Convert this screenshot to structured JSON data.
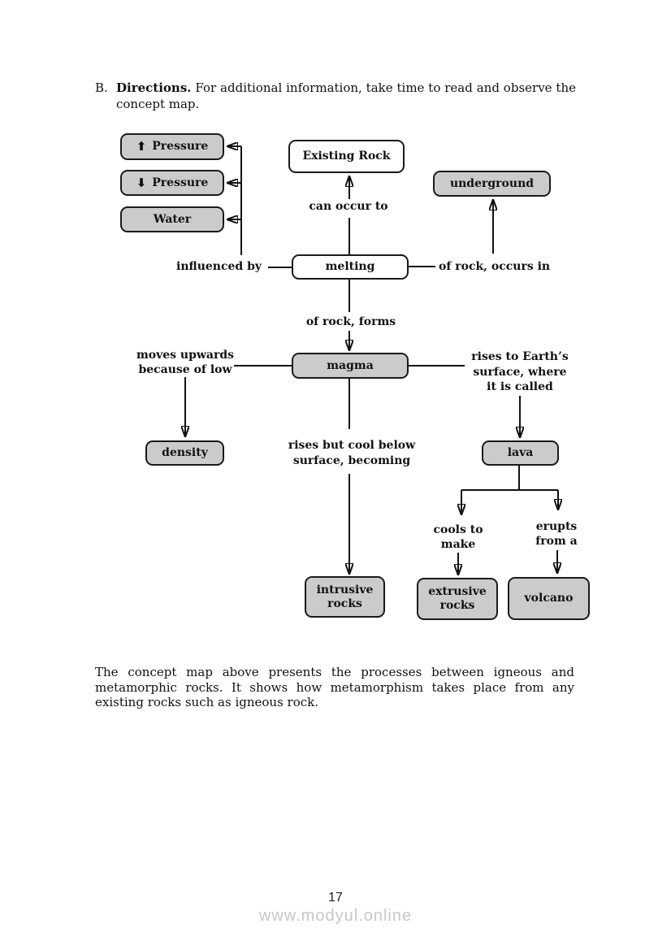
{
  "header": {
    "marker": "B.",
    "title": "Directions.",
    "text": " For additional information, take time to read and observe the concept map."
  },
  "paragraph": "The concept map above presents the processes between igneous and metamorphic rocks. It shows how metamorphism takes place from any existing rocks such as igneous rock.",
  "footer": {
    "page_number": "17",
    "watermark": "www.modyul.online"
  },
  "colors": {
    "node_fill": "#cbcbcb",
    "node_border": "#1a1a1a",
    "line": "#111111",
    "watermark": "#c8c8c8"
  },
  "nodes": {
    "pressure_up": {
      "label": "Pressure",
      "icon": "⬆",
      "icon_name": "up-arrow-icon"
    },
    "pressure_down": {
      "label": "Pressure",
      "icon": "⬇",
      "icon_name": "down-arrow-icon"
    },
    "water": {
      "label": "Water"
    },
    "existing_rock": {
      "label": "Existing Rock"
    },
    "underground": {
      "label": "underground"
    },
    "melting": {
      "label": "melting"
    },
    "magma": {
      "label": "magma"
    },
    "density": {
      "label": "density"
    },
    "lava": {
      "label": "lava"
    },
    "intrusive_rocks": {
      "label": "intrusive\nrocks"
    },
    "extrusive_rocks": {
      "label": "extrusive\nrocks"
    },
    "volcano": {
      "label": "volcano"
    }
  },
  "edge_labels": {
    "can_occur_to": "can occur to",
    "influenced_by": "influenced by",
    "of_rock_occurs_in": "of rock, occurs in",
    "of_rock_forms": "of rock, forms",
    "moves_upwards": "moves upwards\nbecause of low",
    "rises_to_surface": "rises to Earth’s\nsurface, where\nit is called",
    "rises_but_cool": "rises but cool below\nsurface, becoming",
    "cools_to_make": "cools to\nmake",
    "erupts_from_a": "erupts\nfrom a"
  }
}
